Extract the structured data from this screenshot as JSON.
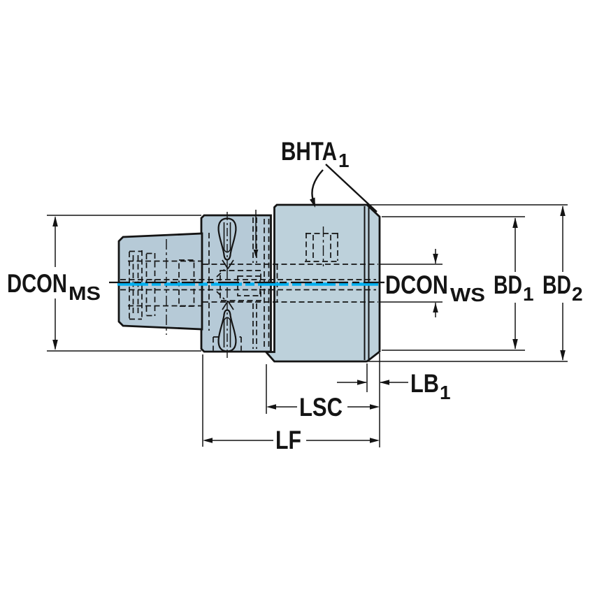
{
  "drawing": {
    "type": "engineering-dimension-drawing",
    "subject": "tool holder adapter side view with dimension callouts",
    "colors": {
      "background": "#ffffff",
      "body_fill": "#b6cad7",
      "body_fill_light": "#bdd1db",
      "line": "#141414",
      "centerline_accent": "#00b0f0"
    },
    "labels": {
      "bhta1": {
        "text": "BHTA",
        "sub": "1"
      },
      "dcon_ms": {
        "text": "DCON",
        "sub": "MS"
      },
      "dcon_ws": {
        "text": "DCON",
        "sub": "WS"
      },
      "bd1": {
        "text": "BD",
        "sub": "1"
      },
      "bd2": {
        "text": "BD",
        "sub": "2"
      },
      "lb1": {
        "text": "LB",
        "sub": "1"
      },
      "lsc": {
        "text": "LSC"
      },
      "lf": {
        "text": "LF"
      }
    }
  }
}
